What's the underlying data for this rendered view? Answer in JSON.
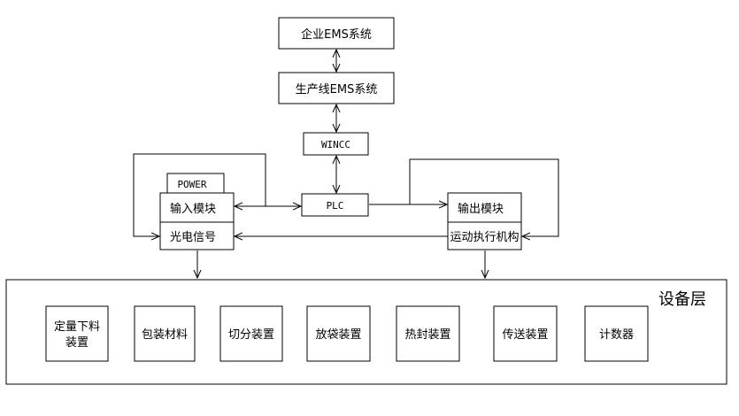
{
  "top_systems": {
    "enterprise_ems": "企业EMS系统",
    "line_ems": "生产线EMS系统",
    "wincc": "WINCC",
    "plc": "PLC"
  },
  "input_side": {
    "power": "POWER",
    "input_module": "输入模块",
    "photo_signal": "光电信号"
  },
  "output_side": {
    "output_module": "输出模块",
    "actuator_line1": "运动执行机构"
  },
  "device_layer": {
    "title": "设备层",
    "devices": [
      {
        "line1": "定量下料",
        "line2": "装置"
      },
      {
        "line1": "包装材料",
        "line2": ""
      },
      {
        "line1": "切分装置",
        "line2": ""
      },
      {
        "line1": "放袋装置",
        "line2": ""
      },
      {
        "line1": "热封装置",
        "line2": ""
      },
      {
        "line1": "传送装置",
        "line2": ""
      },
      {
        "line1": "计数器",
        "line2": ""
      }
    ]
  }
}
